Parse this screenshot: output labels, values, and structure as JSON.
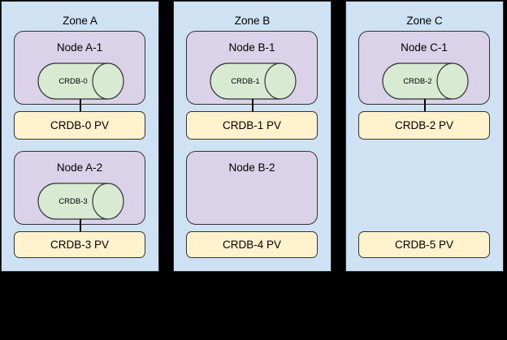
{
  "diagram": {
    "background_color": "#000000",
    "zone_fill": "#cfe2f3",
    "node_fill": "#d9d2e9",
    "pod_fill": "#d9ead3",
    "pv_fill": "#fff2cc",
    "border_color": "#333333"
  },
  "zones": [
    {
      "title": "Zone A",
      "nodes": [
        {
          "label": "Node A-1",
          "pod": "CRDB-0"
        },
        {
          "label": "Node A-2",
          "pod": "CRDB-3"
        }
      ],
      "pvs": [
        {
          "label": "CRDB-0 PV"
        },
        {
          "label": "CRDB-3 PV"
        }
      ]
    },
    {
      "title": "Zone B",
      "nodes": [
        {
          "label": "Node B-1",
          "pod": "CRDB-1"
        },
        {
          "label": "Node B-2"
        }
      ],
      "pvs": [
        {
          "label": "CRDB-1 PV"
        },
        {
          "label": "CRDB-4 PV"
        }
      ]
    },
    {
      "title": "Zone C",
      "nodes": [
        {
          "label": "Node C-1",
          "pod": "CRDB-2"
        }
      ],
      "pvs": [
        {
          "label": "CRDB-2 PV"
        },
        {
          "label": "CRDB-5 PV"
        }
      ]
    }
  ]
}
